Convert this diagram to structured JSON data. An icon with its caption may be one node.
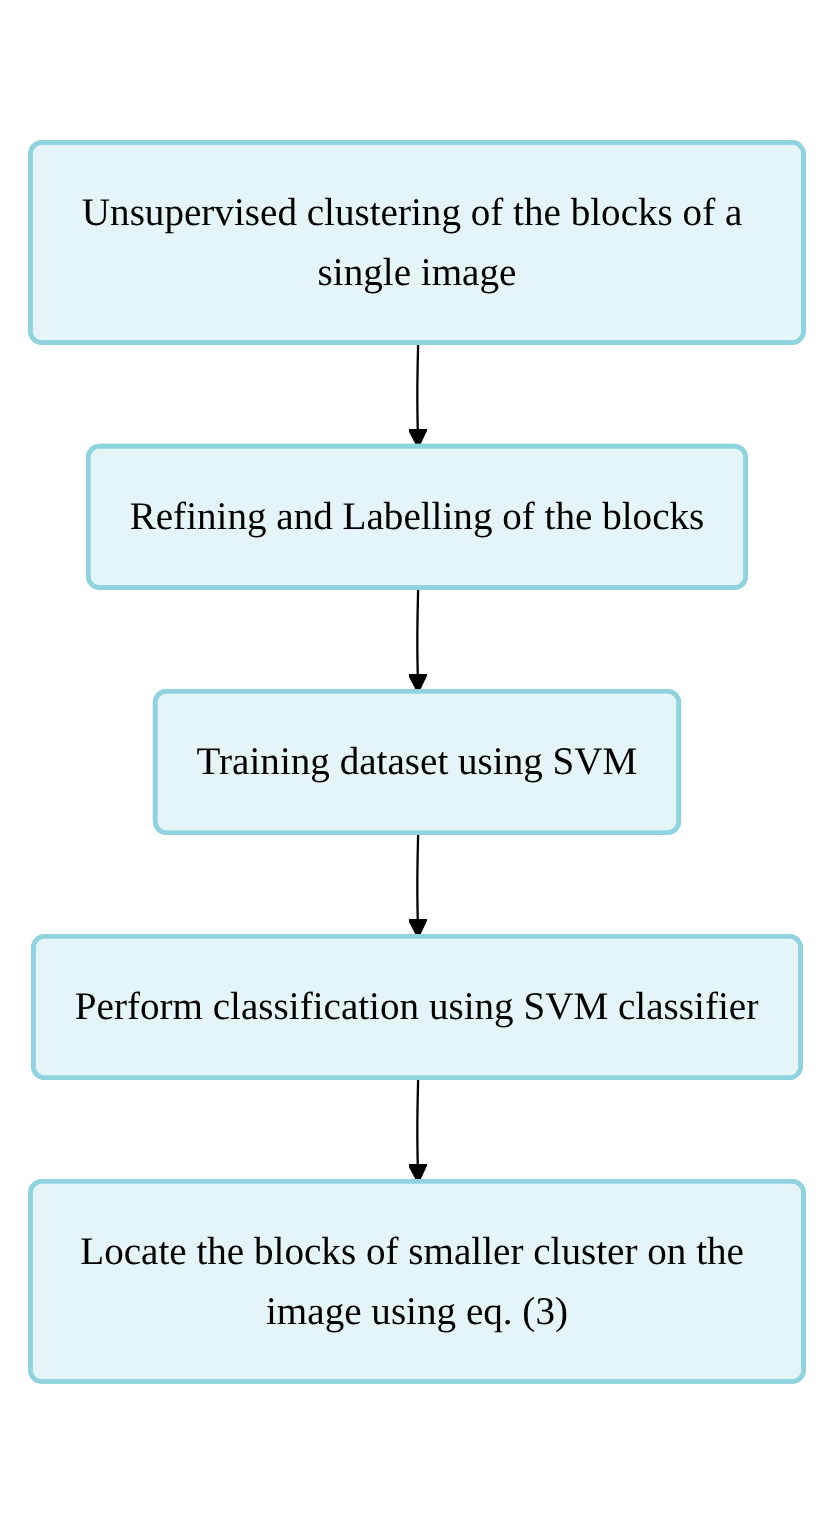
{
  "diagram": {
    "nodes": [
      {
        "text": [
          "Unsupervised clustering of the blocks of a single image"
        ]
      },
      {
        "text": [
          "Refining and Labelling of the blocks"
        ]
      },
      {
        "text": [
          "Training dataset using SVM"
        ]
      },
      {
        "text": [
          "Perform classification using SVM classifier"
        ]
      },
      {
        "text": [
          "Locate the blocks of smaller cluster on the image using eq. (3)"
        ]
      }
    ],
    "edges": [
      {
        "from": 0,
        "to": 1,
        "arrow": "to"
      },
      {
        "from": 1,
        "to": 2,
        "arrow": "to"
      },
      {
        "from": 2,
        "to": 3,
        "arrow": "to"
      },
      {
        "from": 3,
        "to": 4,
        "arrow": "to"
      }
    ]
  }
}
